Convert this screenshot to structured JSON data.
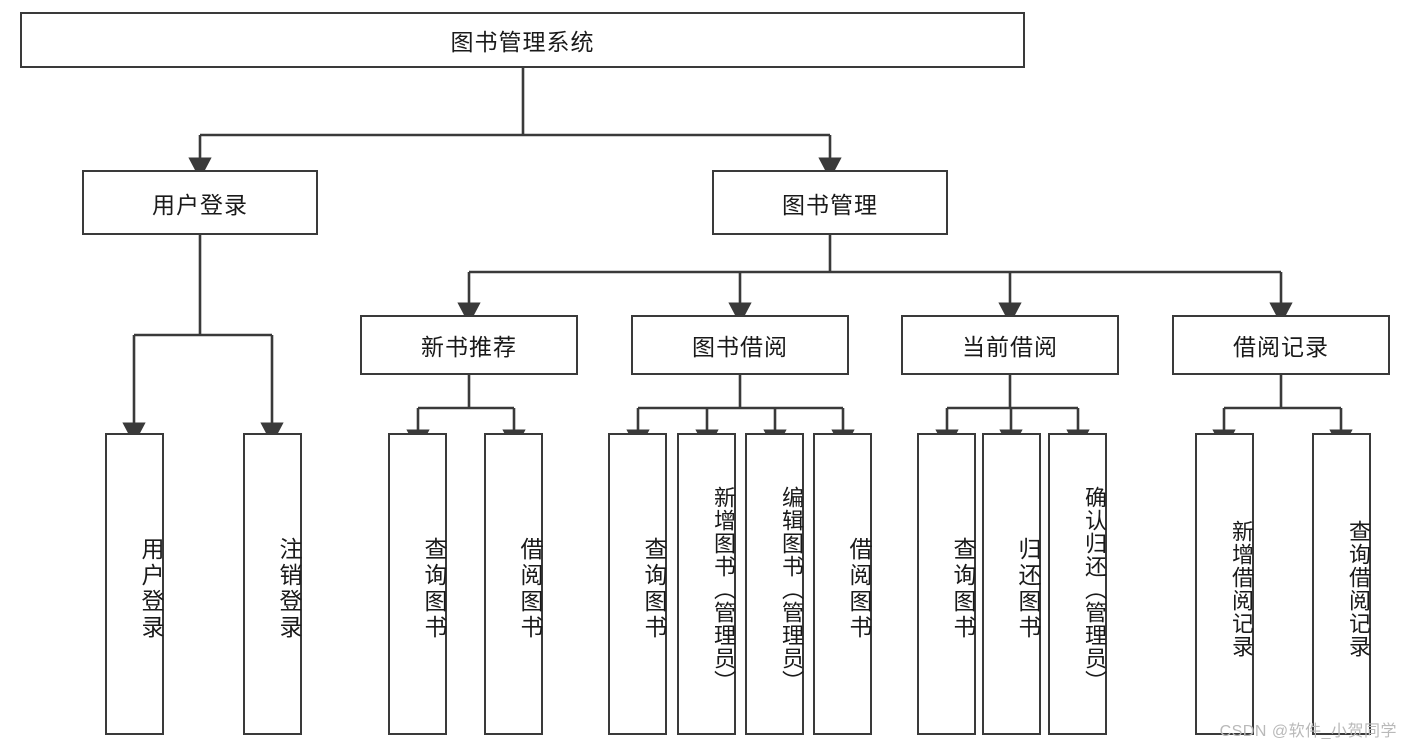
{
  "diagram": {
    "title": "图书管理系统",
    "type": "tree-hierarchy-diagram",
    "colors": {
      "stroke": "#3a3a3a",
      "fill": "#ffffff",
      "text": "#1a1a1a",
      "watermark": "#b9b9b9"
    },
    "root": {
      "label": "图书管理系统"
    },
    "level1": [
      {
        "label": "用户登录"
      },
      {
        "label": "图书管理"
      }
    ],
    "level2": [
      {
        "label": "新书推荐"
      },
      {
        "label": "图书借阅"
      },
      {
        "label": "当前借阅"
      },
      {
        "label": "借阅记录"
      }
    ],
    "leaves": {
      "user_login": [
        {
          "label": "用户登录"
        },
        {
          "label": "注销登录"
        }
      ],
      "new_book_recommend": [
        {
          "label": "查询图书"
        },
        {
          "label": "借阅图书"
        }
      ],
      "book_borrow": [
        {
          "label": "查询图书"
        },
        {
          "label": "新增图书（管理员）"
        },
        {
          "label": "编辑图书（管理员）"
        },
        {
          "label": "借阅图书"
        }
      ],
      "current_borrow": [
        {
          "label": "查询图书"
        },
        {
          "label": "归还图书"
        },
        {
          "label": "确认归还（管理员）"
        }
      ],
      "borrow_record": [
        {
          "label": "新增借阅记录"
        },
        {
          "label": "查询借阅记录"
        }
      ]
    }
  },
  "watermark": {
    "text": "CSDN @软件_小贺同学"
  }
}
